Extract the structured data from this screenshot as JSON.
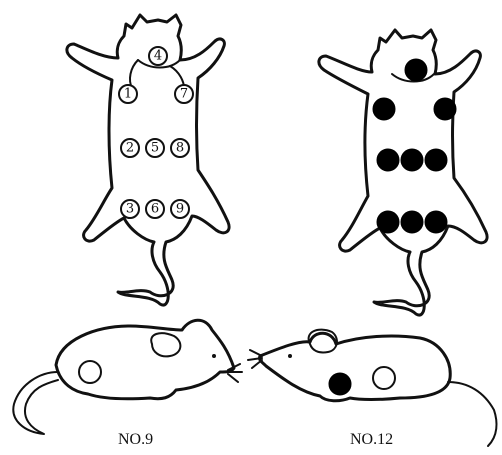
{
  "diagram": {
    "numbered_pelt": {
      "spots": [
        {
          "label": "4",
          "marked": false
        },
        {
          "label": "1",
          "marked": false
        },
        {
          "label": "7",
          "marked": false
        },
        {
          "label": "2",
          "marked": false
        },
        {
          "label": "5",
          "marked": false
        },
        {
          "label": "8",
          "marked": false
        },
        {
          "label": "3",
          "marked": false
        },
        {
          "label": "6",
          "marked": false
        },
        {
          "label": "9",
          "marked": false
        }
      ]
    },
    "filled_pelt": {
      "spots_all_filled": true,
      "spot_count": 9
    },
    "mice": [
      {
        "caption": "NO.9"
      },
      {
        "caption": "NO.12"
      }
    ]
  },
  "colors": {
    "line": "#111111",
    "fill_mark": "#000000",
    "background": "#ffffff"
  }
}
